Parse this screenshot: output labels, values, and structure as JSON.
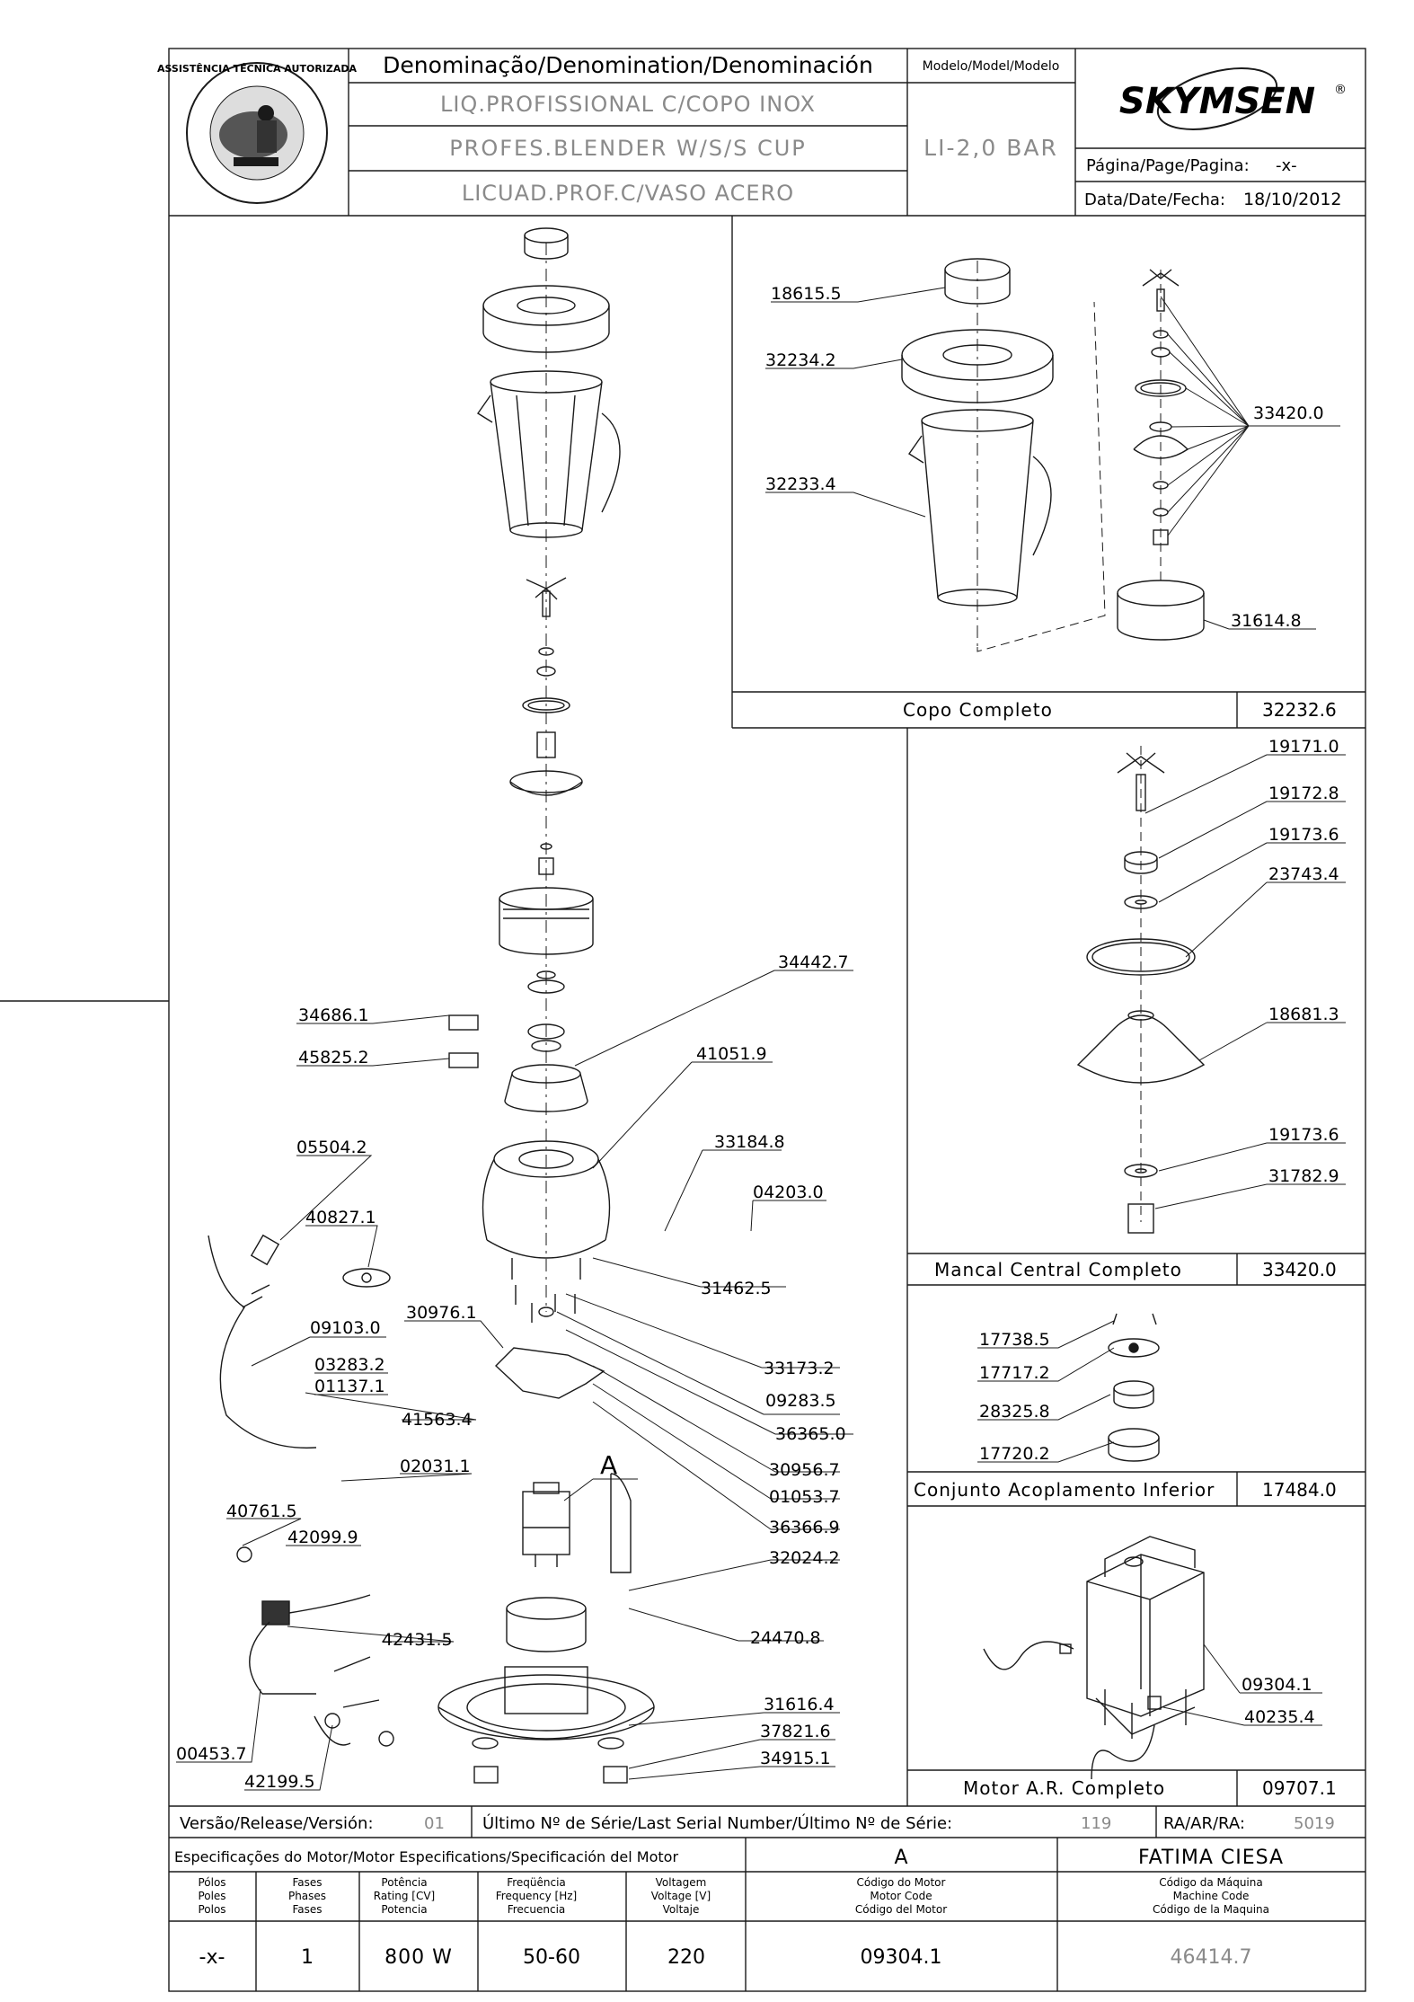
{
  "header": {
    "denomination_label": "Denominação/Denomination/Denominación",
    "model_label": "Modelo/Model/Modelo",
    "name_pt": "LIQ.PROFISSIONAL C/COPO INOX",
    "name_en": "PROFES.BLENDER W/S/S CUP",
    "name_es": "LICUAD.PROF.C/VASO ACERO",
    "model_value": "LI-2,0 BAR",
    "brand": "SKYMSEN",
    "brand_mark": "®",
    "page_label": "Página/Page/Pagina:",
    "page_value": "-x-",
    "date_label": "Data/Date/Fecha:",
    "date_value": "18/10/2012",
    "seal_text": "ASSISTÊNCIA TÉCNICA AUTORIZADA"
  },
  "main_callouts": [
    {
      "id": "c1",
      "label": "34442.7"
    },
    {
      "id": "c2",
      "label": "34686.1"
    },
    {
      "id": "c3",
      "label": "45825.2"
    },
    {
      "id": "c4",
      "label": "41051.9"
    },
    {
      "id": "c5",
      "label": "05504.2"
    },
    {
      "id": "c6",
      "label": "33184.8"
    },
    {
      "id": "c7",
      "label": "04203.0"
    },
    {
      "id": "c8",
      "label": "40827.1"
    },
    {
      "id": "c9",
      "label": "31462.5"
    },
    {
      "id": "c10",
      "label": "09103.0"
    },
    {
      "id": "c11",
      "label": "30976.1"
    },
    {
      "id": "c12",
      "label": "33173.2"
    },
    {
      "id": "c13",
      "label": "03283.2"
    },
    {
      "id": "c14",
      "label": "01137.1"
    },
    {
      "id": "c15",
      "label": "09283.5"
    },
    {
      "id": "c16",
      "label": "41563.4"
    },
    {
      "id": "c17",
      "label": "36365.0"
    },
    {
      "id": "c18",
      "label": "30956.7"
    },
    {
      "id": "c19",
      "label": "02031.1"
    },
    {
      "id": "c20",
      "label": "01053.7"
    },
    {
      "id": "c21",
      "label": "36366.9"
    },
    {
      "id": "c22",
      "label": "40761.5"
    },
    {
      "id": "c23",
      "label": "42099.9"
    },
    {
      "id": "c24",
      "label": "32024.2"
    },
    {
      "id": "c25",
      "label": "24470.8"
    },
    {
      "id": "c26",
      "label": "42431.5"
    },
    {
      "id": "c27",
      "label": "31616.4"
    },
    {
      "id": "c28",
      "label": "37821.6"
    },
    {
      "id": "c29",
      "label": "00453.7"
    },
    {
      "id": "c30",
      "label": "34915.1"
    },
    {
      "id": "c31",
      "label": "42199.5"
    }
  ],
  "motor_tag": "A",
  "cup_panel": {
    "callouts": [
      {
        "id": "p1",
        "label": "18615.5"
      },
      {
        "id": "p2",
        "label": "32234.2"
      },
      {
        "id": "p3",
        "label": "32233.4"
      },
      {
        "id": "p4",
        "label": "33420.0"
      },
      {
        "id": "p5",
        "label": "31614.8"
      }
    ],
    "title": "Copo Completo",
    "code": "32232.6"
  },
  "bearing_panel": {
    "callouts": [
      {
        "id": "b1",
        "label": "19171.0"
      },
      {
        "id": "b2",
        "label": "19172.8"
      },
      {
        "id": "b3",
        "label": "19173.6"
      },
      {
        "id": "b4",
        "label": "23743.4"
      },
      {
        "id": "b5",
        "label": "18681.3"
      },
      {
        "id": "b6",
        "label": "19173.6"
      },
      {
        "id": "b7",
        "label": "31782.9"
      }
    ],
    "title": "Mancal Central Completo",
    "code": "33420.0"
  },
  "coupling_panel": {
    "callouts": [
      {
        "id": "k1",
        "label": "17738.5"
      },
      {
        "id": "k2",
        "label": "17717.2"
      },
      {
        "id": "k3",
        "label": "28325.8"
      },
      {
        "id": "k4",
        "label": "17720.2"
      }
    ],
    "title": "Conjunto Acoplamento Inferior",
    "code": "17484.0"
  },
  "motor_panel": {
    "callouts": [
      {
        "id": "m1",
        "label": "09304.1"
      },
      {
        "id": "m2",
        "label": "40235.4"
      }
    ],
    "title": "Motor A.R. Completo",
    "code": "09707.1"
  },
  "release_row": {
    "version_label": "Versão/Release/Versión:",
    "version_value": "01",
    "serial_label": "Último Nº de Série/Last Serial Number/Último Nº de Série:",
    "serial_value": "119",
    "ra_label": "RA/AR/RA:",
    "ra_value": "5019"
  },
  "specs": {
    "title": "Especificações do Motor/Motor Especifications/Specificación del Motor",
    "motor_ref": "A",
    "company": "FATIMA CIESA",
    "headers": [
      [
        "Pólos",
        "Poles",
        "Polos"
      ],
      [
        "Fases",
        "Phases",
        "Fases"
      ],
      [
        "Potência",
        "Rating [CV]",
        "Potencia"
      ],
      [
        "Freqüência",
        "Frequency [Hz]",
        "Frecuencia"
      ],
      [
        "Voltagem",
        "Voltage [V]",
        "Voltaje"
      ],
      [
        "Código do Motor",
        "Motor Code",
        "Código del Motor"
      ],
      [
        "Código da Máquina",
        "Machine Code",
        "Código de la Maquina"
      ]
    ],
    "values": [
      "-x-",
      "1",
      "800 W",
      "50-60",
      "220",
      "09304.1",
      "46414.7"
    ]
  }
}
